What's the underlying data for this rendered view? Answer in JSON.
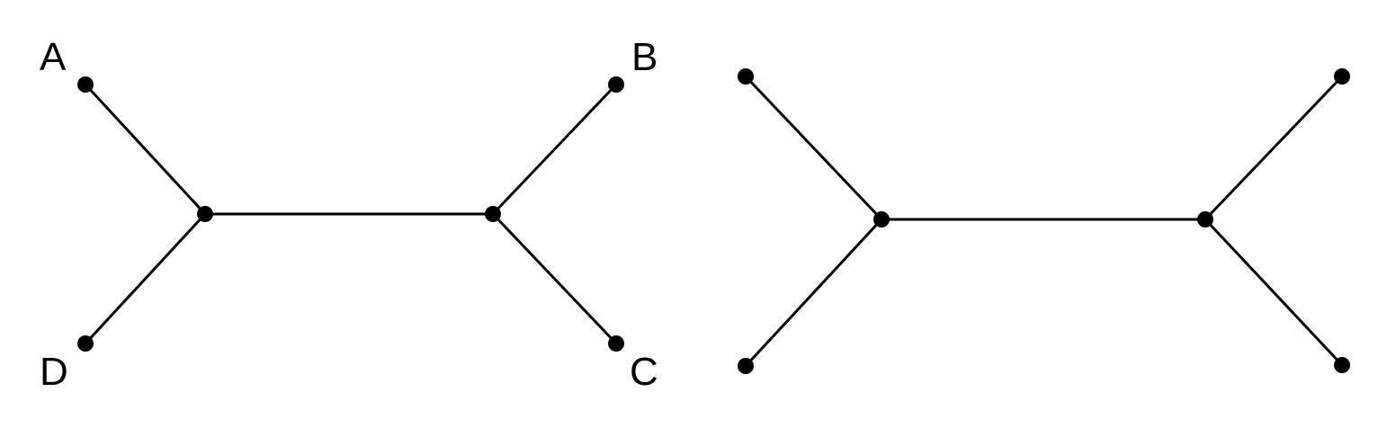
{
  "colors": {
    "background": "#ffffff",
    "line": "#000000",
    "node": "#000000"
  },
  "trees": [
    {
      "leaf_labels": {
        "top_left": "A",
        "top_right": "B",
        "bottom_right": "C",
        "bottom_left": "D"
      }
    },
    {
      "leaf_labels": {}
    }
  ]
}
